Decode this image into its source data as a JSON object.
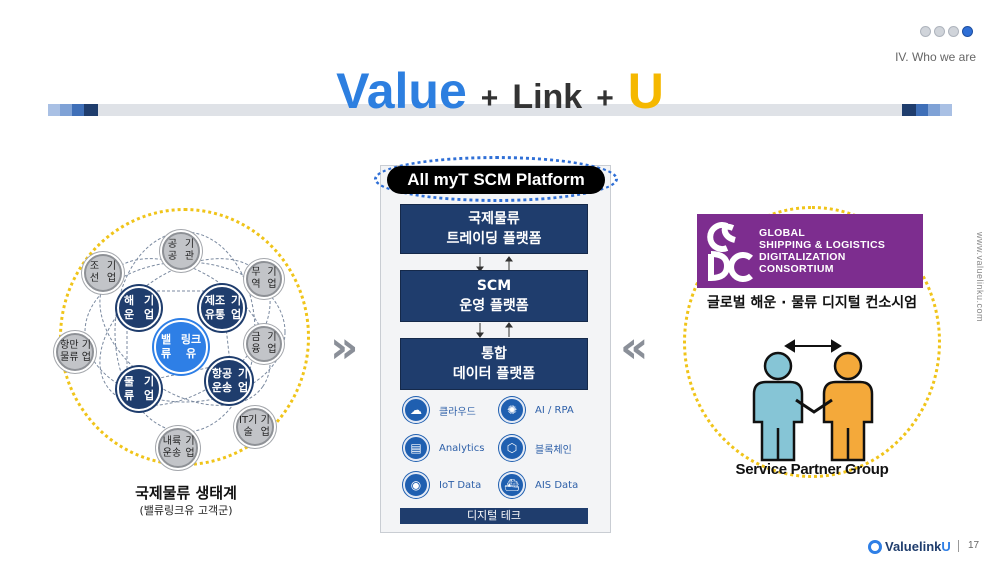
{
  "header": {
    "section_label": "IV.  Who we are",
    "title_value": "Value",
    "title_plus1": "+",
    "title_link": "Link",
    "title_plus2": "+",
    "title_u": "U"
  },
  "nav_dots": [
    {
      "active": false
    },
    {
      "active": false
    },
    {
      "active": false
    },
    {
      "active": true
    }
  ],
  "platform": {
    "title": "All myT SCM Platform",
    "boxes": [
      {
        "line1": "국제물류",
        "line2": "트레이딩 플랫폼"
      },
      {
        "line1": "SCM",
        "line2": "운영 플랫폼"
      },
      {
        "line1": "통합",
        "line2": "데이터 플랫폼"
      }
    ],
    "tech": [
      {
        "label": "클라우드",
        "icon": "cloud-icon"
      },
      {
        "label": "AI / RPA",
        "icon": "brain-icon"
      },
      {
        "label": "Analytics",
        "icon": "analytics-icon"
      },
      {
        "label": "블록체인",
        "icon": "blockchain-icon"
      },
      {
        "label": "IoT Data",
        "icon": "iot-icon"
      },
      {
        "label": "AIS Data",
        "icon": "ship-icon"
      }
    ],
    "footer_label": "디지털 테크"
  },
  "ecosystem": {
    "center": {
      "line1": "밸류",
      "line2": "링크유"
    },
    "core": [
      {
        "line1": "해운",
        "line2": "기업"
      },
      {
        "line1": "제조유통",
        "line2": "기업"
      },
      {
        "line1": "물류",
        "line2": "기업"
      },
      {
        "line1": "항공운송",
        "line2": "기업"
      }
    ],
    "outer": [
      {
        "line1": "공공",
        "line2": "기관"
      },
      {
        "line1": "조선",
        "line2": "기업"
      },
      {
        "line1": "무역",
        "line2": "기업"
      },
      {
        "line1": "항만물류",
        "line2": "기업"
      },
      {
        "line1": "금융",
        "line2": "기업"
      },
      {
        "line1": "IT기술",
        "line2": "기업"
      },
      {
        "line1": "내륙운송",
        "line2": "기업"
      }
    ],
    "label": "국제물류 생태계",
    "sublabel": "(밸류링크유 고객군)"
  },
  "partner": {
    "gsdc_lines": [
      "GLOBAL",
      "SHIPPING & LOGISTICS",
      "DIGITALIZATION",
      "CONSORTIUM"
    ],
    "consortium_label": "글로벌 해운 · 물류 디지털 컨소시엄",
    "group_label": "Service Partner Group"
  },
  "side_url": "www.valuelinku.com",
  "footer": {
    "logo_main": "Valuelink",
    "logo_u": "U",
    "page_number": "17"
  },
  "colors": {
    "accent_blue": "#2d7fe0",
    "navy": "#1f3d6d",
    "yellow": "#f5b800",
    "purple": "#7d2d8f"
  }
}
